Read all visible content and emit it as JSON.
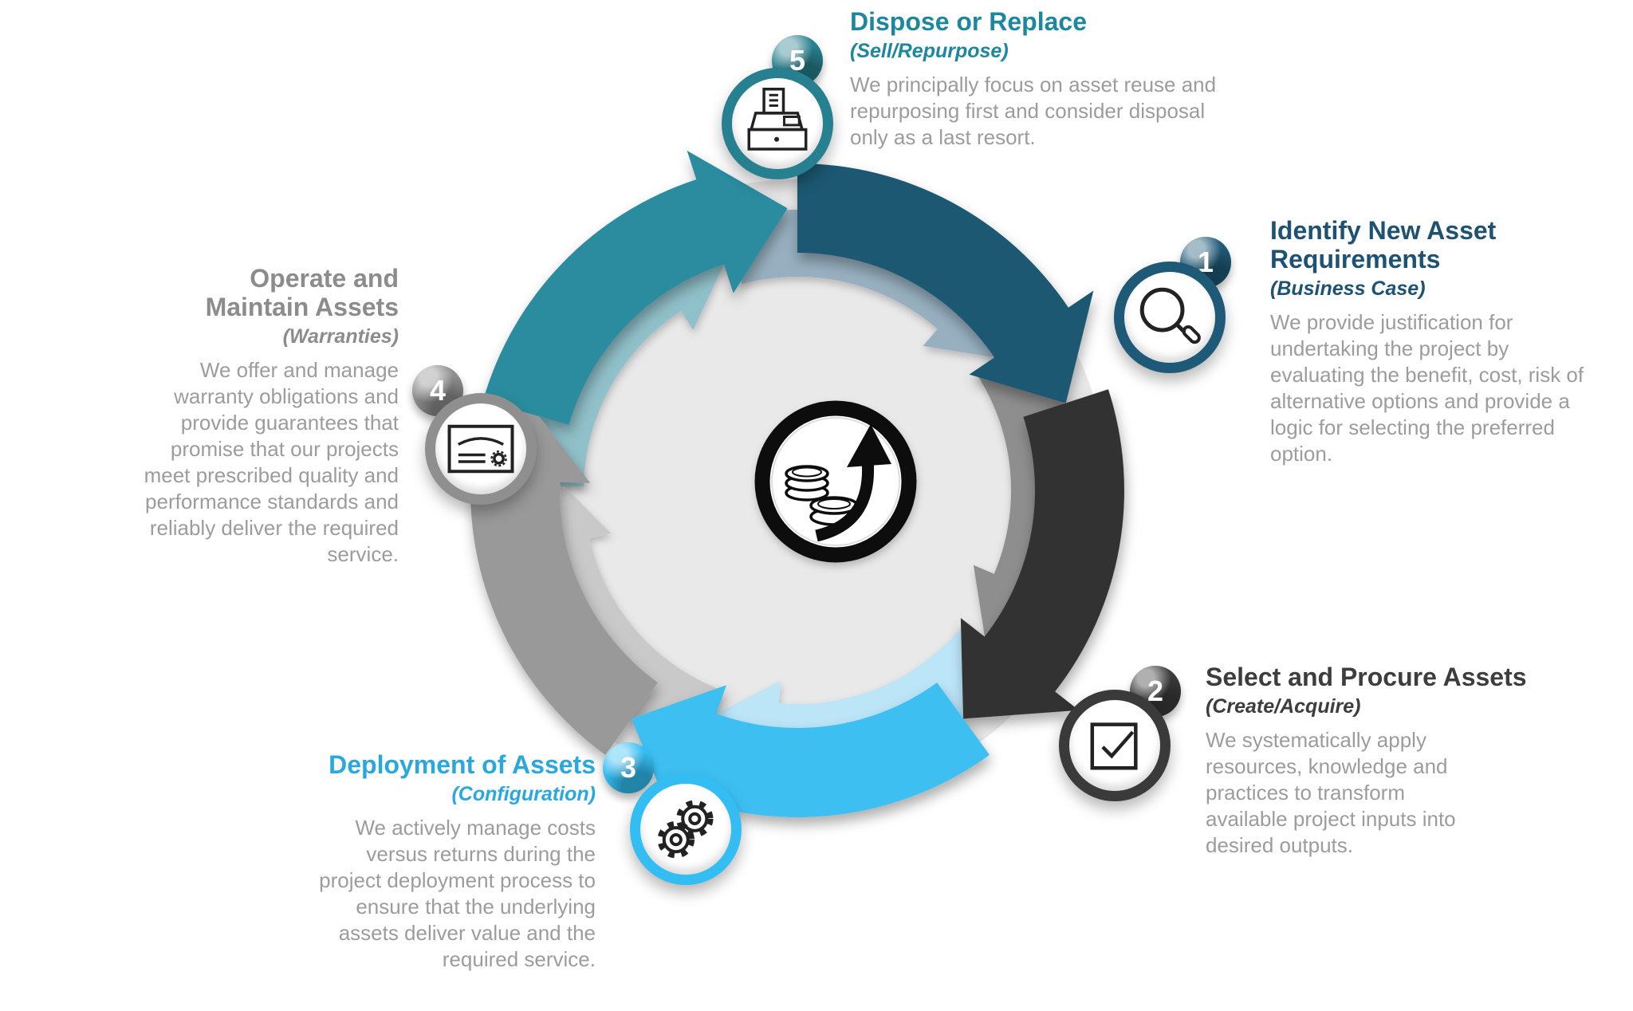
{
  "theme": {
    "background": "#FFFFFF",
    "body_text_color": "#9C9C9C",
    "badge_text_color": "#FFFFFF",
    "disc_color": "#E9E9E9",
    "emblem_color": "#0D0D0D"
  },
  "diagram": {
    "stages": [
      {
        "number": "1",
        "title": "Identify New Asset Requirements",
        "subtitle": "(Business Case)",
        "description": "We provide justification for undertaking the project by evaluating the benefit, cost, risk of alternative options and provide a logic for selecting the preferred option.",
        "color": "#1D5273",
        "accent": "#1E5A77",
        "icon": "magnifying-glass-icon"
      },
      {
        "number": "2",
        "title": "Select and Procure Assets",
        "subtitle": "(Create/Acquire)",
        "description": "We systematically apply resources, knowledge and practices to transform available project inputs into desired outputs.",
        "color": "#3D3D3D",
        "accent": "#3A3A3A",
        "icon": "checkbox-icon"
      },
      {
        "number": "3",
        "title": "Deployment of Assets",
        "subtitle": "(Configuration)",
        "description": "We actively manage costs versus returns during the project deployment process to ensure that the underlying assets deliver value and the required service.",
        "color": "#29A8E0",
        "accent": "#33BDF2",
        "icon": "gears-icon"
      },
      {
        "number": "4",
        "title": "Operate and Maintain Assets",
        "subtitle": "(Warranties)",
        "description": "We offer and manage warranty obligations and provide guarantees that promise that our projects meet prescribed quality and performance standards and reliably deliver the required service.",
        "color": "#8C8C8C",
        "accent": "#8F8F8F",
        "icon": "warranty-certificate-icon"
      },
      {
        "number": "5",
        "title": "Dispose or Replace",
        "subtitle": "(Sell/Repurpose)",
        "description": "We principally focus on asset reuse and repurposing first and consider disposal only as a last resort.",
        "color": "#1E87A0",
        "accent": "#27808F",
        "icon": "cash-register-icon"
      }
    ],
    "cycle": {
      "center_icon": "coins-with-growth-arrow",
      "segments": [
        {
          "stage": "4",
          "color": "#999999",
          "under_color": "#C9C9C9"
        },
        {
          "stage": "3",
          "color": "#3DBFF2",
          "under_color": "#BCE5F8"
        },
        {
          "stage": "2",
          "color": "#303030",
          "under_color": "#8E8E8E"
        },
        {
          "stage": "1",
          "color": "#1E5972",
          "under_color": "#97AFBF"
        },
        {
          "stage": "5",
          "color": "#2C8C9E",
          "under_color": "#90C0C9"
        }
      ]
    }
  }
}
